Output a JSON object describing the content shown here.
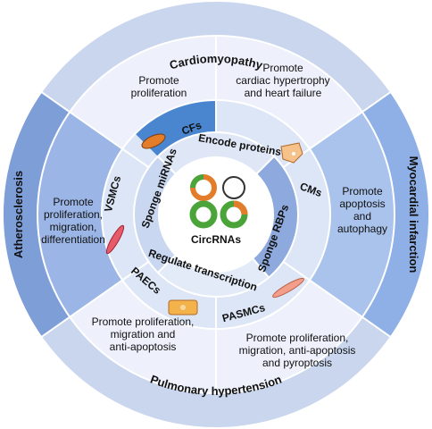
{
  "diseases": {
    "cardiomyopathy": "Cardiomyopathy",
    "myocardial_infarction": "Myocardial infarction",
    "pulmonary_hypertension": "Pulmonary hypertension",
    "atherosclerosis": "Atherosclerosis"
  },
  "effects": {
    "cfs": [
      "Promote",
      "proliferation"
    ],
    "cms_top": [
      "Promote",
      "cardiac hypertrophy",
      "and heart failure"
    ],
    "cms_right": [
      "Promote",
      "apoptosis",
      "and",
      "autophagy"
    ],
    "pasmcs": [
      "Promote proliferation,",
      "migration, anti-apoptosis",
      "and pyroptosis"
    ],
    "paecs": [
      "Promote proliferation,",
      "migration and",
      "anti-apoptosis"
    ],
    "vsmcs": [
      "Promote",
      "proliferation,",
      "migration,",
      "differentiation"
    ]
  },
  "cell_types": {
    "cfs": "CFs",
    "cms": "CMs",
    "pasmcs": "PASMCs",
    "paecs": "PAECs",
    "vsmcs": "VSMCs"
  },
  "mechanisms": {
    "encode_proteins": "Encode proteins",
    "sponge_rbps": "Sponge RBPs",
    "regulate_transcription": "Regulate transcription",
    "sponge_mirnas": "Sponge miRNAs"
  },
  "center": {
    "label": "CircRNAs"
  },
  "colors": {
    "outer_ring": "#c9d6ee",
    "middle_ring": "#eef1fb",
    "highlight_cardio": "#4a86d0",
    "highlight_mi": "#8fb0e6",
    "highlight_ath": "#7e9ed8",
    "ring_lines": "#ffffff",
    "circ_orange": "#e37d2a",
    "circ_green": "#4aa43a"
  }
}
